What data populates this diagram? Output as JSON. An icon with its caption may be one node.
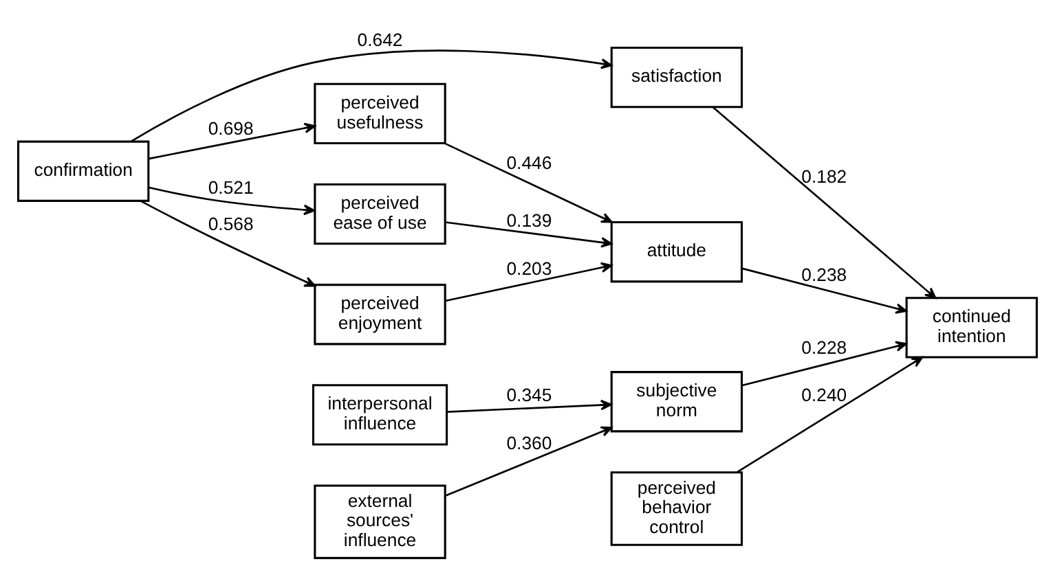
{
  "diagram": {
    "nodes": [
      {
        "text": [
          "confirmation"
        ]
      },
      {
        "text": [
          "satisfaction"
        ]
      },
      {
        "text": [
          "perceived usefulness"
        ]
      },
      {
        "text": [
          "perceived ease of use"
        ]
      },
      {
        "text": [
          "perceived enjoyment"
        ]
      },
      {
        "text": [
          "attitude"
        ]
      },
      {
        "text": [
          "continued intention"
        ]
      },
      {
        "text": [
          "interpersonal influence"
        ]
      },
      {
        "text": [
          "subjective norm"
        ]
      },
      {
        "text": [
          "external sources' influence"
        ]
      },
      {
        "text": [
          "perceived behavior control"
        ]
      }
    ],
    "edges": [
      {
        "from": 0,
        "to": 1,
        "arrow": "to",
        "label": "0.642"
      },
      {
        "from": 0,
        "to": 2,
        "arrow": "to",
        "label": "0.698"
      },
      {
        "from": 0,
        "to": 3,
        "arrow": "to",
        "label": "0.521"
      },
      {
        "from": 0,
        "to": 4,
        "arrow": "to",
        "label": "0.568"
      },
      {
        "from": 1,
        "to": 6,
        "arrow": "to",
        "label": "0.182"
      },
      {
        "from": 2,
        "to": 5,
        "arrow": "to",
        "label": "0.446"
      },
      {
        "from": 3,
        "to": 5,
        "arrow": "to",
        "label": "0.139"
      },
      {
        "from": 4,
        "to": 5,
        "arrow": "to",
        "label": "0.203"
      },
      {
        "from": 5,
        "to": 6,
        "arrow": "to",
        "label": "0.238"
      },
      {
        "from": 7,
        "to": 8,
        "arrow": "to",
        "label": "0.345"
      },
      {
        "from": 9,
        "to": 8,
        "arrow": "to",
        "label": "0.360"
      },
      {
        "from": 8,
        "to": 6,
        "arrow": "to",
        "label": "0.228"
      },
      {
        "from": 10,
        "to": 6,
        "arrow": "to",
        "label": "0.240"
      }
    ]
  }
}
